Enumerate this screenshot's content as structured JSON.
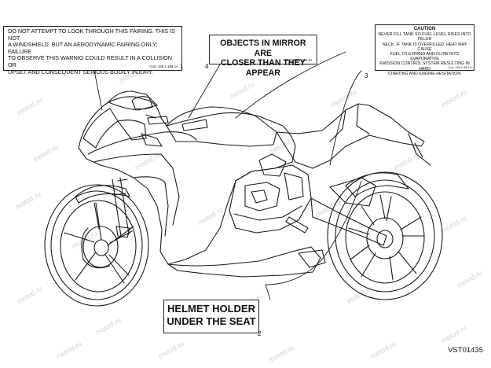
{
  "labels": {
    "l1": {
      "number": "1",
      "lines": [
        "DO NOT ATTEMPT TO LOOK THROUGH THIS FAIRING. THIS IS NOT",
        "A WINDSHIELD, BUT AN AERODYNAMIC FAIRING ONLY; FAILURE",
        "TO OBSERVE THIS WARNIG COULD RESULT IN A COLLISION OR",
        "UPSET AND CONSEQUENT SERIOUS BODILY INJURY."
      ],
      "code": "Cod. 435.1.185.1A"
    },
    "l4": {
      "number": "4",
      "lines": [
        "OBJECTS IN MIRROR ARE",
        "CLOSER THAN THEY APPEAR"
      ],
      "code": "Cod. 4351.488.1A"
    },
    "l3": {
      "number": "3",
      "title": "CAUTION",
      "lines": [
        "NEVER FILL TANK SO FUEL LEVEL RISES INTO FILLER",
        "NECK. IF TANK IS OVERFILLED, HEAT MAY CAUSE",
        "FUEL TO EXPAND AND FLOW INTO EVAPORATIVE",
        "EMISSION CONTROL SYSTEM RESULTING IN HARD",
        "STARTING AND ENGINE HESITATION."
      ],
      "code": "Cod. 435.1.38.1A"
    },
    "l2": {
      "number": "2",
      "lines": [
        "HELMET HOLDER",
        "UNDER THE SEAT"
      ]
    }
  },
  "watermark": "motod.ru",
  "ref_code": "VST01435"
}
